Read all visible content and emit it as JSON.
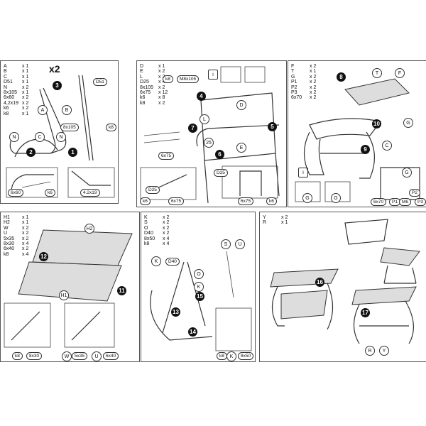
{
  "panel1": {
    "parts": [
      [
        "A",
        "x 1"
      ],
      [
        "B",
        "x 1"
      ],
      [
        "C",
        "x 1"
      ],
      [
        "D51",
        "x 1"
      ],
      [
        "N",
        "x 2"
      ],
      [
        "8x105",
        "x 1"
      ],
      [
        "6x60",
        "x 2"
      ],
      [
        "4,2x19",
        "x 2"
      ],
      [
        "k6",
        "x 2"
      ],
      [
        "k8",
        "x 1"
      ]
    ],
    "multiplier": "x2",
    "labels": {
      "a": "A",
      "b": "B",
      "c": "C",
      "n1": "N",
      "n2": "N",
      "d51": "D51"
    },
    "steps": {
      "s1": "1",
      "s2": "2",
      "s3": "3"
    },
    "tags": {
      "t1": "8x105",
      "t2": "k8",
      "t3": "6x60",
      "t4": "k6",
      "t5": "4.2x19"
    }
  },
  "panel2": {
    "parts": [
      [
        "D",
        "x 1"
      ],
      [
        "E",
        "x 2"
      ],
      [
        "L",
        "x 2"
      ],
      [
        "D25",
        "x 4"
      ],
      [
        "8x105",
        "x 2"
      ],
      [
        "6x75",
        "x 12"
      ],
      [
        "k6",
        "x 8"
      ],
      [
        "k8",
        "x 2"
      ]
    ],
    "labels": {
      "d": "D",
      "e": "E",
      "l": "L",
      "d25": "D25",
      "d25b": "D25"
    },
    "steps": {
      "s4": "4",
      "s5": "5",
      "s6": "6",
      "s7": "7"
    },
    "tags": {
      "t1": "k8",
      "t2": "M8x105",
      "t3": "6x75",
      "t4": "k6",
      "t5": "6x75",
      "t6": "6x75",
      "t7": "k6"
    },
    "info": "i",
    "num25": "25"
  },
  "panel3": {
    "parts": [
      [
        "F",
        "x 2"
      ],
      [
        "T",
        "x 1"
      ],
      [
        "G",
        "x 2"
      ],
      [
        "P1",
        "x 2"
      ],
      [
        "P2",
        "x 2"
      ],
      [
        "P3",
        "x 2"
      ],
      [
        "6x70",
        "x 2"
      ]
    ],
    "labels": {
      "t": "T",
      "f": "F",
      "g": "G",
      "c": "C",
      "g2": "G",
      "g3": "G",
      "g4": "G"
    },
    "steps": {
      "s8": "8",
      "s9": "9",
      "s10": "10"
    },
    "tags": {
      "t1": "6x70",
      "t2": "P1",
      "t3": "M6",
      "t4": "P2",
      "t5": "P3"
    },
    "info": "i"
  },
  "panel4": {
    "parts": [
      [
        "H1",
        "x 1"
      ],
      [
        "H2",
        "x 1"
      ],
      [
        "W",
        "x 2"
      ],
      [
        "U",
        "x 2"
      ],
      [
        "5x35",
        "x 2"
      ],
      [
        "8x30",
        "x 4"
      ],
      [
        "6x40",
        "x 2"
      ],
      [
        "k8",
        "x 4"
      ]
    ],
    "labels": {
      "h1": "H1",
      "h2": "H2",
      "w": "W",
      "u": "U"
    },
    "steps": {
      "s11": "11",
      "s12": "12"
    },
    "tags": {
      "t1": "k8",
      "t2": "8x30",
      "t3": "5x35",
      "t4": "6x40"
    }
  },
  "panel5": {
    "parts": [
      [
        "K",
        "x 2"
      ],
      [
        "S",
        "x 2"
      ],
      [
        "O",
        "x 2"
      ],
      [
        "D40",
        "x 2"
      ],
      [
        "8x50",
        "x 4"
      ],
      [
        "k8",
        "x 4"
      ]
    ],
    "labels": {
      "k": "K",
      "d40": "D40",
      "o": "O",
      "k2": "K",
      "s": "S",
      "u": "U",
      "k3": "K"
    },
    "steps": {
      "s13": "13",
      "s14": "14",
      "s15": "15"
    },
    "tags": {
      "t1": "k8",
      "t2": "8x50"
    }
  },
  "panel6": {
    "parts": [
      [
        "Y",
        "x 2"
      ],
      [
        "R",
        "x 1"
      ]
    ],
    "labels": {
      "r": "R",
      "y": "Y"
    },
    "steps": {
      "s16": "16",
      "s17": "17"
    }
  }
}
